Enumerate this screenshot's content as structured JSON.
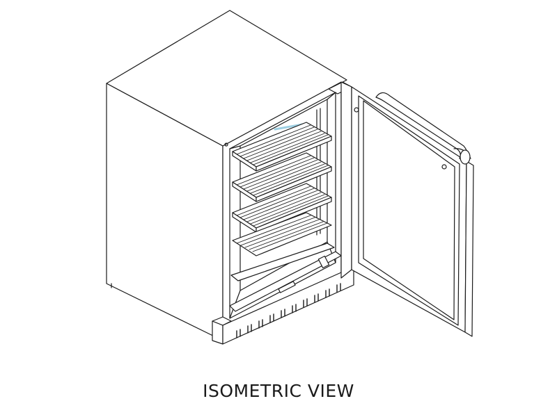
{
  "caption": "ISOMETRIC VIEW",
  "colors": {
    "line": "#1a1a1a",
    "fill": "#ffffff",
    "shelf_glass": "#cfe3ee",
    "light_strip": "#9ecfe2"
  },
  "components": {
    "shelves": 4,
    "toe_kick_vents": 10,
    "door_screws": 2
  }
}
